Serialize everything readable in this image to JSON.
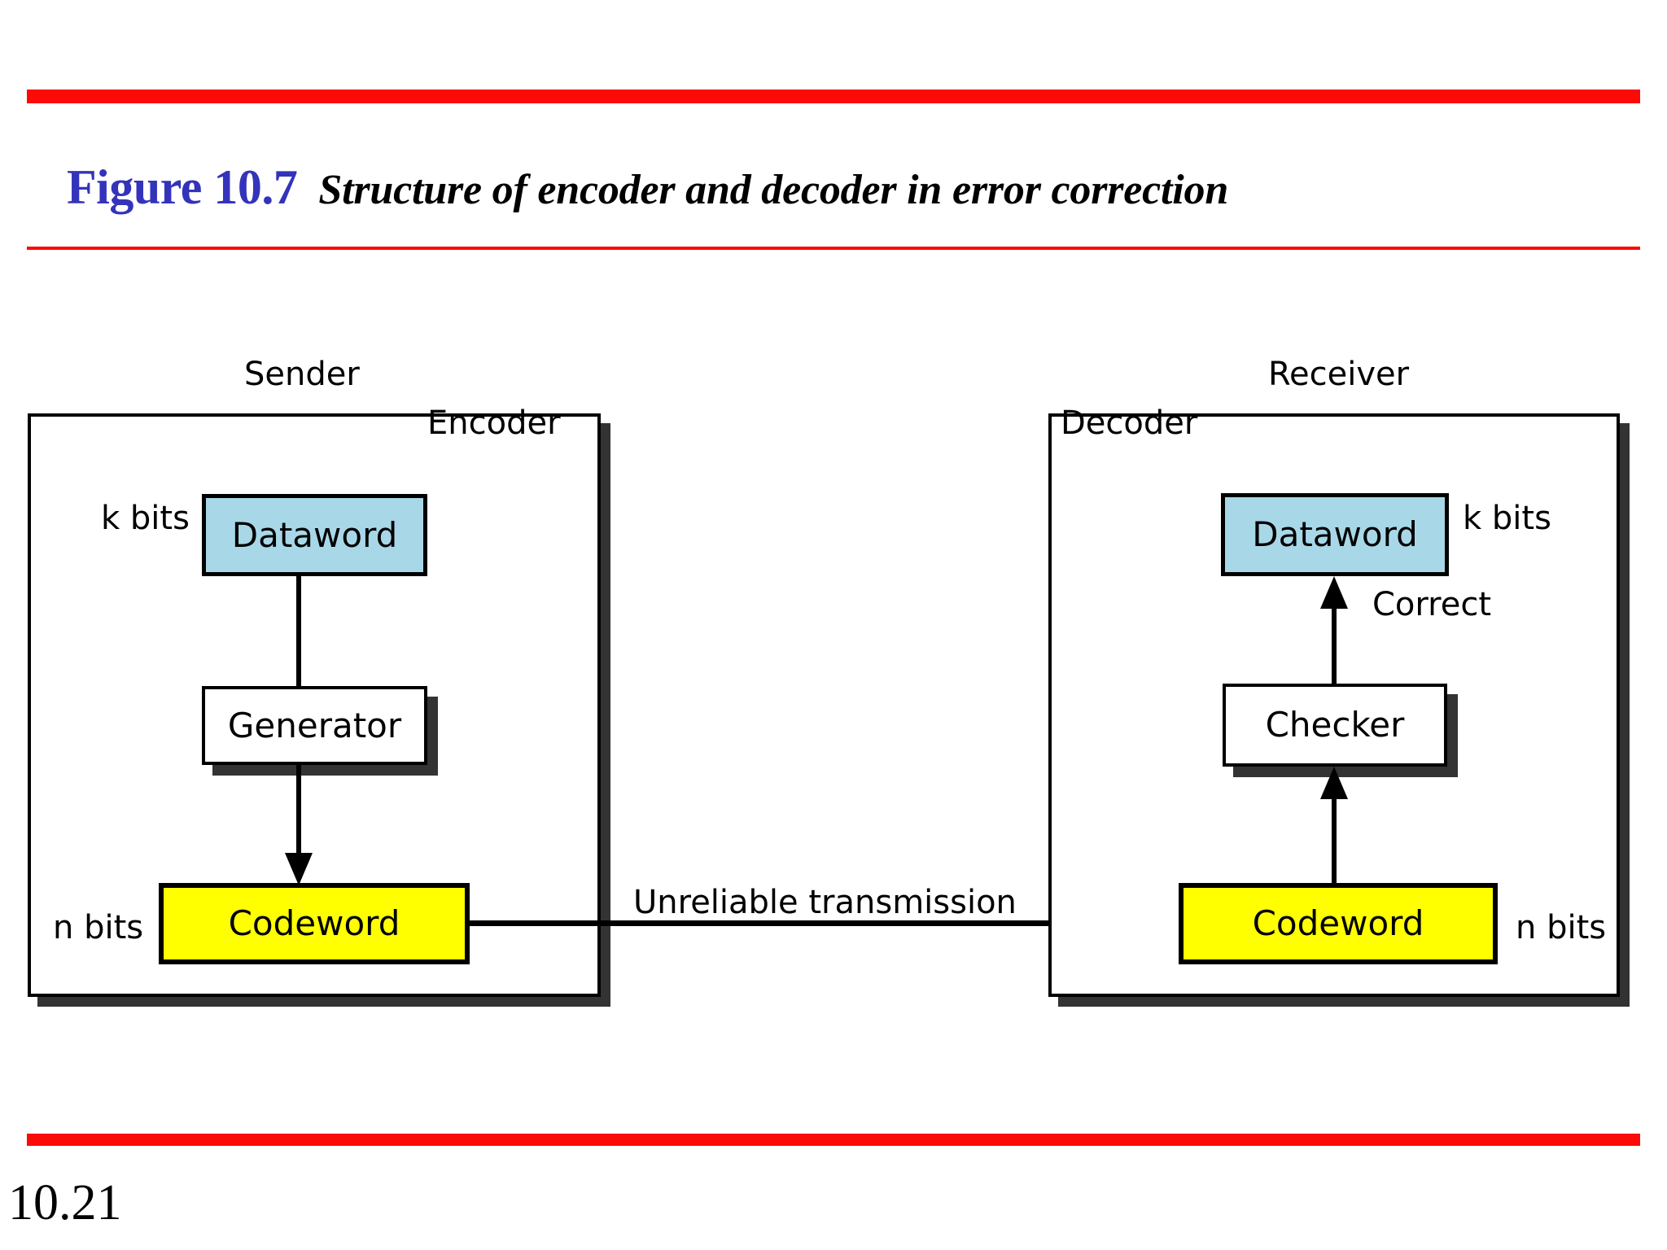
{
  "header": {
    "figure_number": "Figure 10.7",
    "figure_title": "Structure of encoder and decoder in error correction",
    "rule_color": "#fb0b06",
    "figure_number_color": "#3333bb"
  },
  "footer": {
    "page_number": "10.21"
  },
  "diagram": {
    "sender": {
      "group_label": "Sender",
      "panel_title": "Encoder",
      "nodes": [
        {
          "id": "dataword",
          "label": "Dataword",
          "fill": "#a8d8e8",
          "side_label": "k bits",
          "side": "left"
        },
        {
          "id": "generator",
          "label": "Generator",
          "fill": "#ffffff",
          "side_label": "",
          "side": ""
        },
        {
          "id": "codeword",
          "label": "Codeword",
          "fill": "#ffff00",
          "side_label": "n bits",
          "side": "left"
        }
      ]
    },
    "receiver": {
      "group_label": "Receiver",
      "panel_title": "Decoder",
      "nodes": [
        {
          "id": "dataword",
          "label": "Dataword",
          "fill": "#a8d8e8",
          "side_label": "k bits",
          "side": "right"
        },
        {
          "id": "checker",
          "label": "Checker",
          "fill": "#ffffff",
          "side_label": "Correct",
          "side": "right"
        },
        {
          "id": "codeword",
          "label": "Codeword",
          "fill": "#ffff00",
          "side_label": "n bits",
          "side": "right"
        }
      ]
    },
    "channel": {
      "label": "Unreliable transmission",
      "direction": "sender-to-receiver"
    }
  }
}
